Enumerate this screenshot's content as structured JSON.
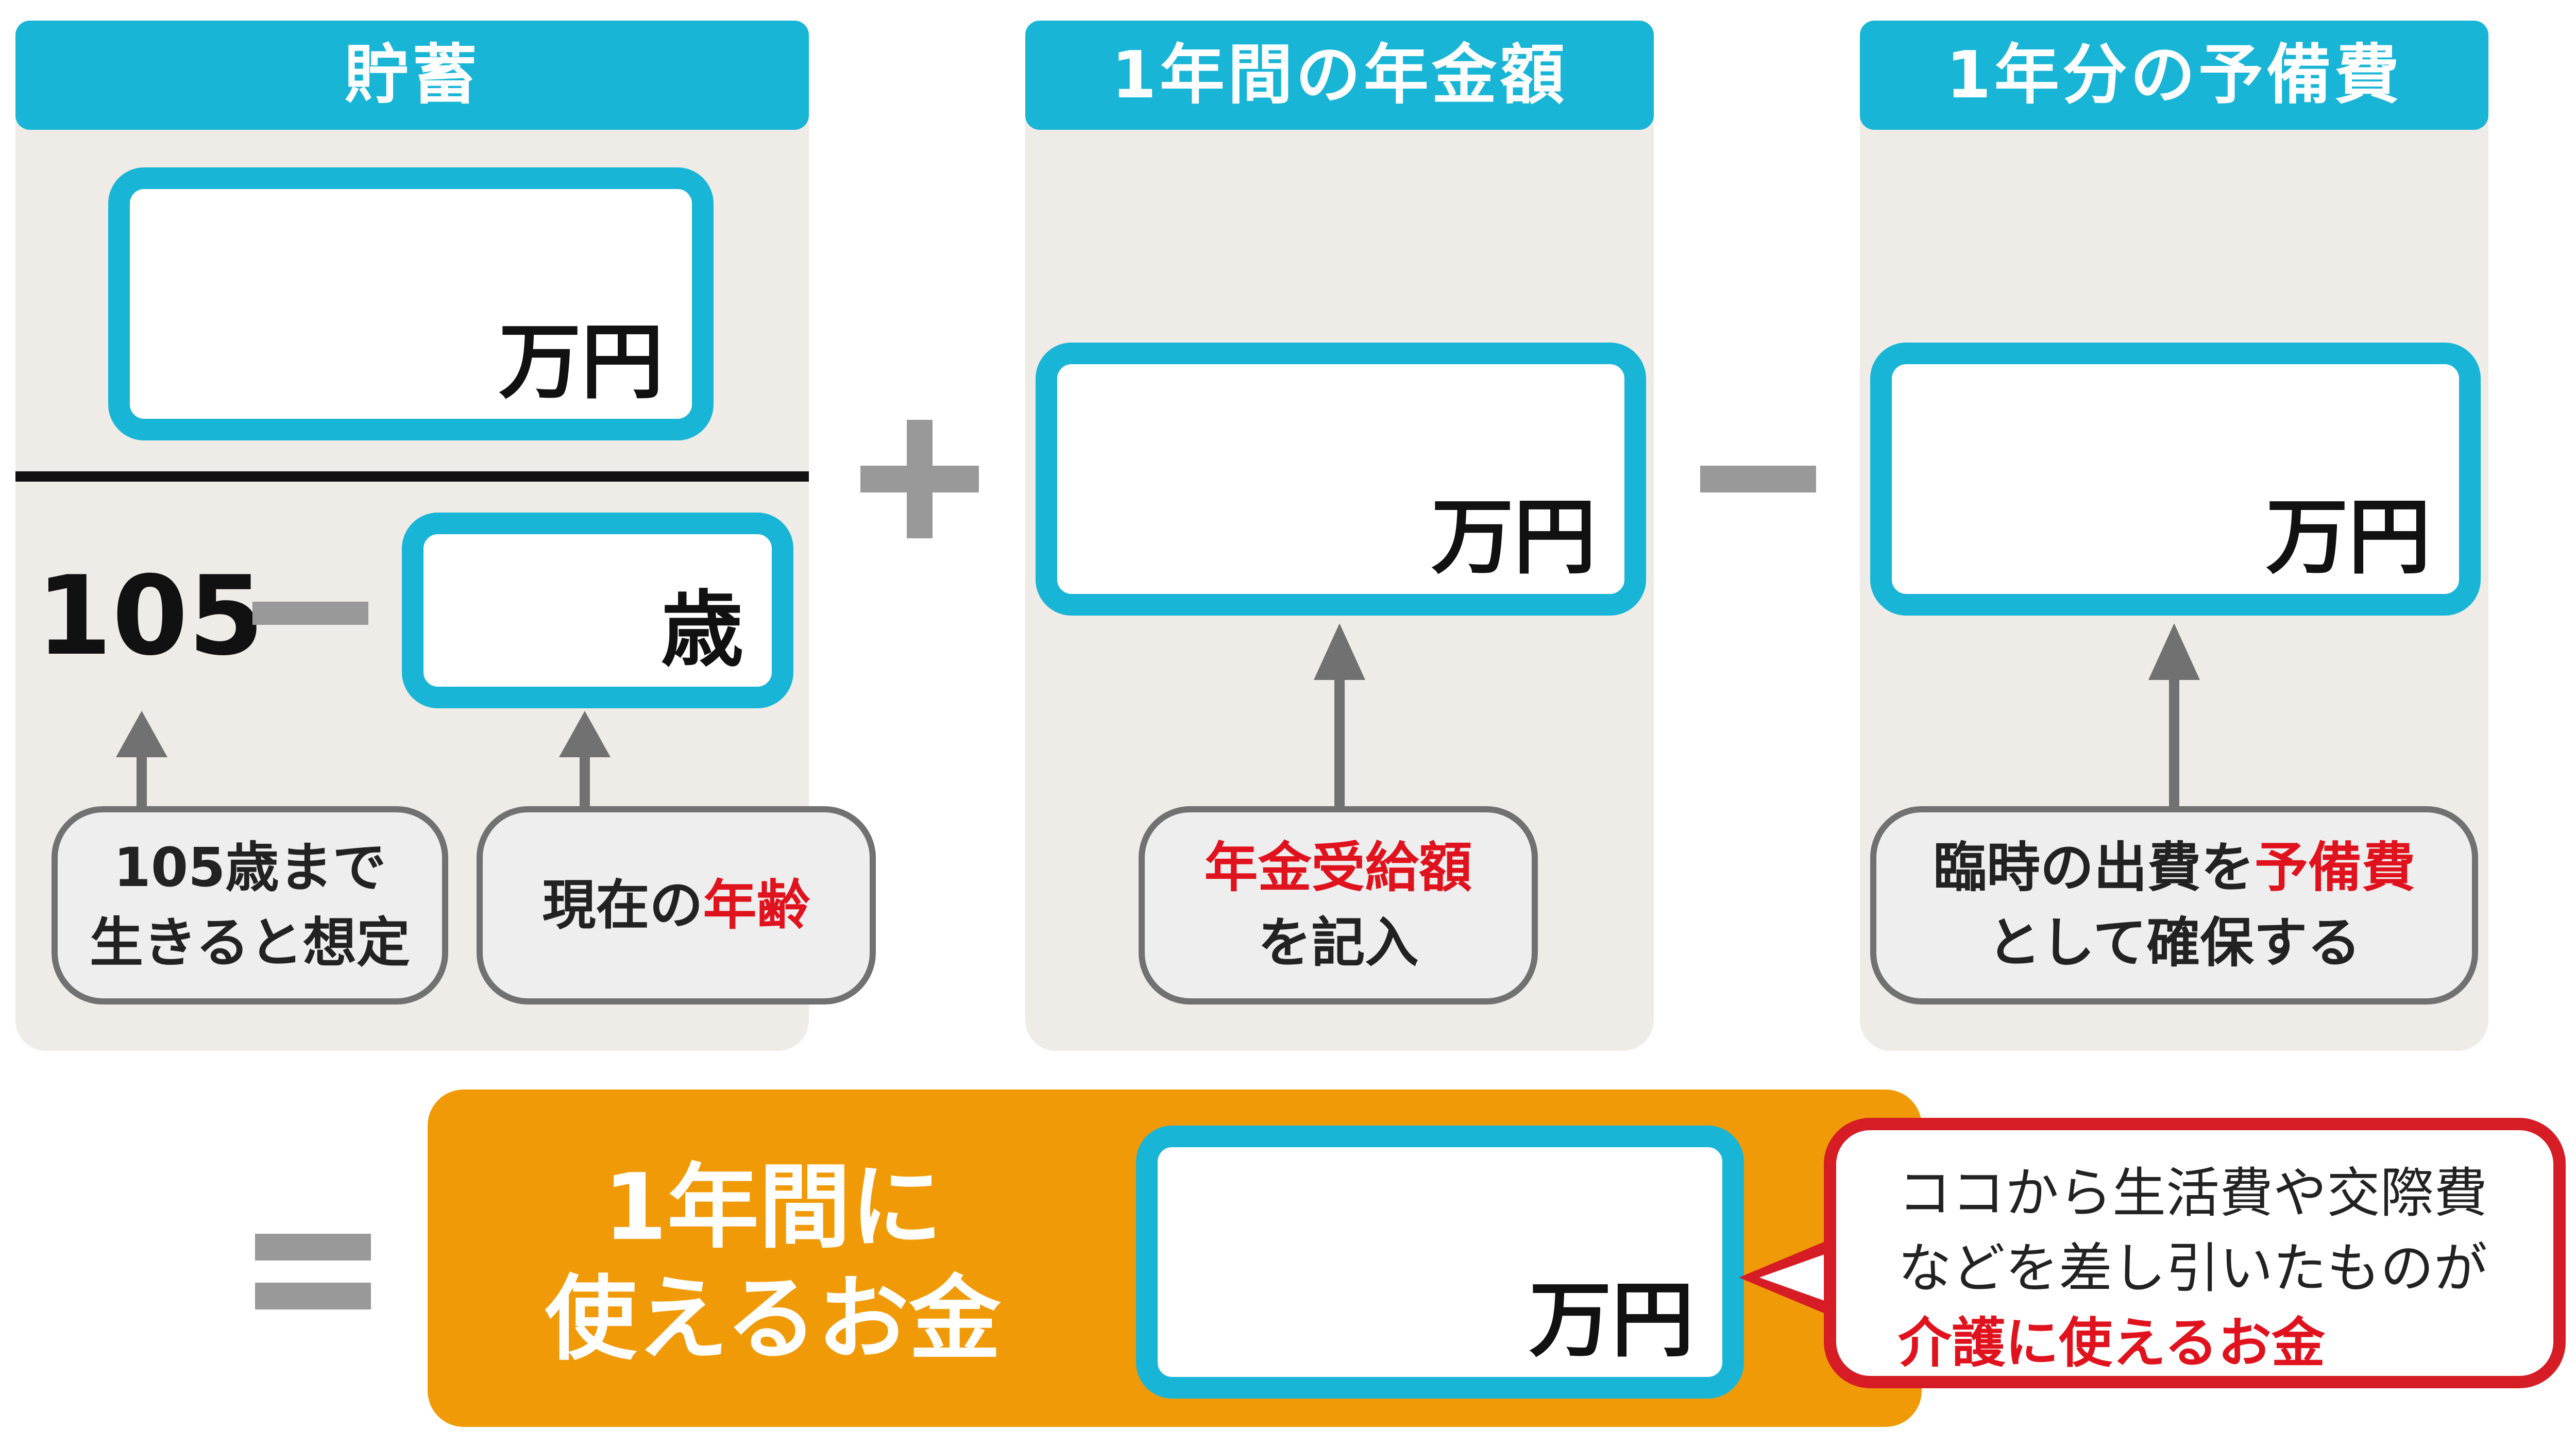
{
  "panels": {
    "savings": {
      "title": "貯蓄",
      "unit": "万円"
    },
    "pension": {
      "title": "1年間の年金額",
      "unit": "万円"
    },
    "reserve": {
      "title": "1年分の予備費",
      "unit": "万円"
    }
  },
  "age_row": {
    "number": "105",
    "unit": "歳"
  },
  "notes": {
    "age_assumption": {
      "line1": "105歳まで",
      "line2": "生きると想定"
    },
    "current_age": {
      "text": "現在の",
      "highlight": "年齢"
    },
    "pension_note": {
      "highlight": "年金受給額",
      "line2": "を記入"
    },
    "reserve_note": {
      "line1_text": "臨時の出費を",
      "line1_highlight": "予備費",
      "line2": "として確保する"
    }
  },
  "result": {
    "line1": "1年間に",
    "line2": "使えるお金",
    "unit": "万円"
  },
  "bubble": {
    "line1": "ココから生活費や交際費",
    "line2": "などを差し引いたものが",
    "line3": "介護に使えるお金"
  },
  "colors": {
    "accent_blue": "#18b5d6",
    "panel_bg": "#efebe6",
    "orange": "#f19a07",
    "highlight_red": "#e0121d",
    "operator_gray": "#999999"
  },
  "icons": {
    "plus": "plus-icon",
    "minus": "minus-icon",
    "equals": "equals-icon",
    "arrow": "arrow-up-icon"
  }
}
